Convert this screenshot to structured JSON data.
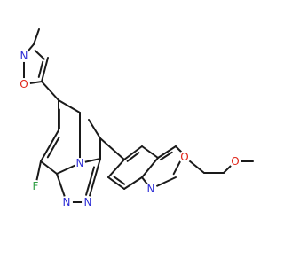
{
  "molecule": {
    "atom_labels": [
      {
        "id": "N-iso",
        "text": "N",
        "color": "#2d2dd6"
      },
      {
        "id": "O-iso",
        "text": "O",
        "color": "#e0261b"
      },
      {
        "id": "F",
        "text": "F",
        "color": "#2f9e44"
      },
      {
        "id": "N-bridge",
        "text": "N",
        "color": "#2d2dd6"
      },
      {
        "id": "N-tri-1",
        "text": "N",
        "color": "#2d2dd6"
      },
      {
        "id": "N-tri-2",
        "text": "N",
        "color": "#2d2dd6"
      },
      {
        "id": "N-quin",
        "text": "N",
        "color": "#2d2dd6"
      },
      {
        "id": "O-ether-1",
        "text": "O",
        "color": "#e0261b"
      },
      {
        "id": "O-ether-2",
        "text": "O",
        "color": "#e0261b"
      }
    ]
  }
}
